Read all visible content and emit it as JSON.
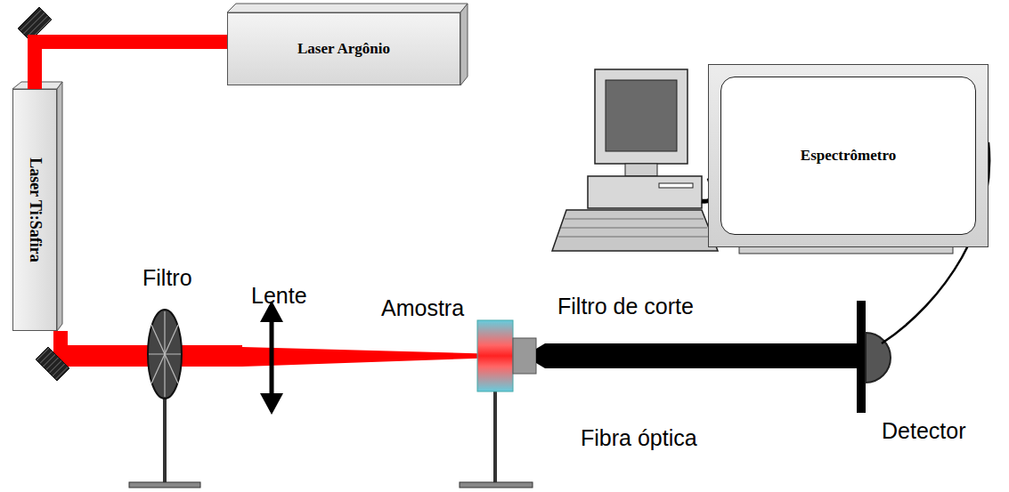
{
  "diagram": {
    "nodes": [
      {
        "text": [
          "Laser Argônio"
        ]
      },
      {
        "text": [
          "Laser Ti:Safira"
        ]
      },
      {
        "text": [
          "Espectrômetro"
        ]
      }
    ],
    "edges": [
      {
        "from": 0,
        "to": 1,
        "arrow": "none"
      }
    ],
    "labels": [
      "Filtro",
      "Lente",
      "Amostra",
      "Filtro de corte",
      "Fibra óptica",
      "Detector"
    ]
  }
}
